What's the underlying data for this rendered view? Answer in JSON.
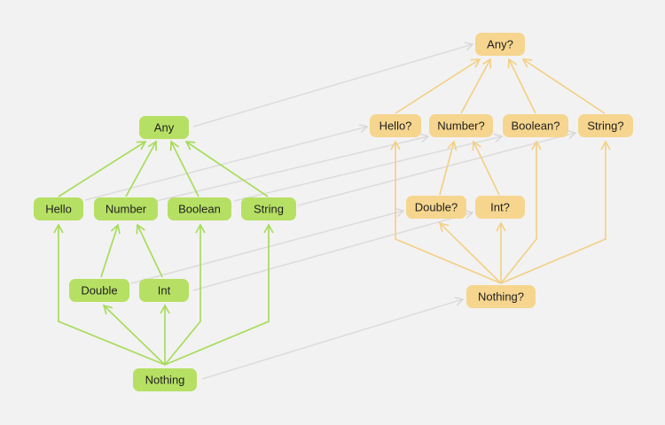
{
  "colors": {
    "background": "#f2f2f2",
    "non_null_node": "#b6e063",
    "non_null_edge": "#a8dc5c",
    "nullable_node": "#f6d58e",
    "nullable_edge": "#f3cf83",
    "mapping_edge": "#dcdcdc",
    "text": "#1f1f1f"
  },
  "non_null": {
    "any": "Any",
    "hello": "Hello",
    "number": "Number",
    "boolean": "Boolean",
    "string": "String",
    "double": "Double",
    "int": "Int",
    "nothing": "Nothing"
  },
  "nullable": {
    "any": "Any?",
    "hello": "Hello?",
    "number": "Number?",
    "boolean": "Boolean?",
    "string": "String?",
    "double": "Double?",
    "int": "Int?",
    "nothing": "Nothing?"
  }
}
